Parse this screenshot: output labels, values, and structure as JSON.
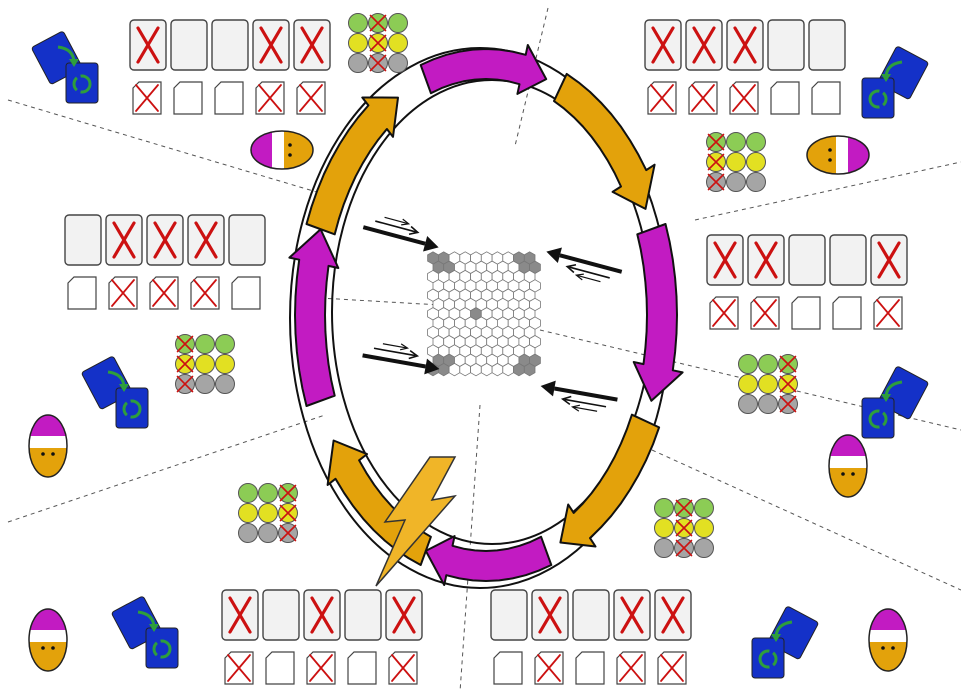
{
  "board": {
    "background": "#ffffff",
    "colors": {
      "orange": "#e3a20b",
      "magenta": "#c21bc2",
      "card_blue": "#1431c8",
      "arrow_green": "#2e9e3c",
      "lightning": "#f0b528",
      "cross_red": "#cc1111",
      "token_green": "#8ccc55",
      "token_yellow": "#e2e022",
      "token_gray": "#a5a5a5",
      "slot_fill": "#f2f2f2",
      "hex_dark": "#8a8a8a"
    },
    "players": [
      {
        "seat": "top-left",
        "slot_crossed": [
          true,
          false,
          false,
          true,
          true
        ],
        "marker_crossed": [
          true,
          false,
          false,
          true,
          true
        ],
        "token_crossed": [
          1,
          4,
          7
        ]
      },
      {
        "seat": "top-right",
        "slot_crossed": [
          true,
          true,
          true,
          false,
          false
        ],
        "marker_crossed": [
          true,
          true,
          true,
          false,
          false
        ],
        "token_crossed": [
          0,
          3,
          6
        ]
      },
      {
        "seat": "middle-left",
        "slot_crossed": [
          false,
          true,
          true,
          true,
          false
        ],
        "marker_crossed": [
          false,
          true,
          true,
          true,
          false
        ],
        "token_crossed": [
          0,
          3,
          6
        ]
      },
      {
        "seat": "middle-right",
        "slot_crossed": [
          true,
          true,
          false,
          false,
          true
        ],
        "marker_crossed": [
          true,
          true,
          false,
          false,
          true
        ],
        "token_crossed": [
          2,
          5,
          8
        ]
      },
      {
        "seat": "bottom-left",
        "slot_crossed": [
          true,
          false,
          true,
          false,
          true
        ],
        "marker_crossed": [
          true,
          false,
          true,
          false,
          true
        ],
        "token_crossed": [
          2,
          5,
          8
        ]
      },
      {
        "seat": "bottom-right",
        "slot_crossed": [
          false,
          true,
          false,
          true,
          true
        ],
        "marker_crossed": [
          false,
          true,
          false,
          true,
          true
        ],
        "token_crossed": [
          1,
          4,
          7
        ]
      }
    ],
    "token_colors": [
      "token_green",
      "token_green",
      "token_green",
      "token_yellow",
      "token_yellow",
      "token_yellow",
      "token_gray",
      "token_gray",
      "token_gray"
    ],
    "pawn_colors": [
      "magenta",
      "white",
      "orange"
    ],
    "ring_segments": [
      "orange",
      "magenta",
      "orange",
      "magenta",
      "orange",
      "magenta",
      "orange",
      "magenta"
    ],
    "icons": {
      "swap_card": "card-swap-icon",
      "pawn": "pawn-egg-icon",
      "lightning": "lightning-bolt-icon",
      "push_arrows": "push-arrows-icon",
      "hex_grid": "hex-grid-icon"
    }
  }
}
